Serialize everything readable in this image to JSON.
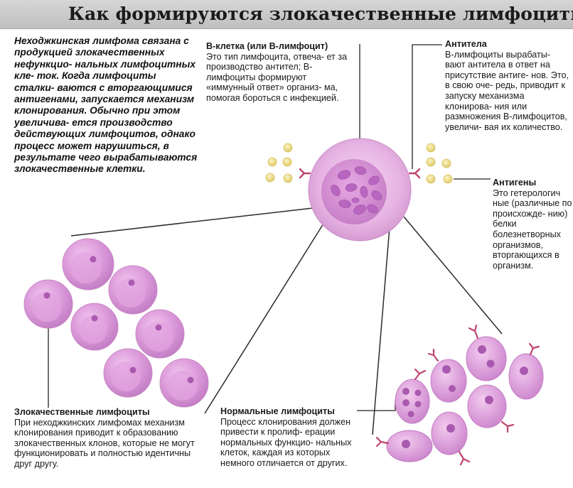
{
  "title": "Как формируются злокачественные лимфоциты",
  "intro": "Неходжкинская лимфома связана с продукцией злокачественных нефункцио- нальных лимфоцитных кле- ток. Когда лимфоциты сталки- ваются с вторгающимися антигенами, запускается механизм клонирования. Обычно при этом увеличива- ется производство действующих лимфоцитов, однако процесс может нарушиться, в результате чего вырабатываются злокачественные клетки.",
  "b_cell": {
    "heading": "В-клетка (или В-лимфоцит)",
    "text": "Это тип лимфоцита, отвеча- ет за производство антител; В-лимфоциты формируют «иммунный ответ» организ- ма, помогая бороться с инфекцией."
  },
  "antibodies": {
    "heading": "Антитела",
    "text": "В-лимфоциты вырабаты- вают антитела в ответ на присутствие антиге- нов. Это, в свою оче- редь, приводит к запуску механизма клонирова- ния или размножения В-лимфоцитов, увеличи- вая их количество."
  },
  "antigens": {
    "heading": "Антигены",
    "text": "Это гетерологич ные (различные по происхожде- нию) белки болезнетворных организмов, вторгающихся в организм."
  },
  "malignant_lymphocytes": {
    "heading": "Злокачественные лимфоциты",
    "text": "При неходжкинских лимфомах механизм клонирования приводит к образованию злокачественных клонов, которые не могут функционировать и полностью идентичны друг другу."
  },
  "normal_lymphocytes": {
    "heading": "Нормальные лимфоциты",
    "text": "Процесс клонирования должен привести к пролиф- ерации нормальных функцио- нальных клеток, каждая из которых немного отличается от других."
  },
  "colors": {
    "cell_outer": "#e7b4e3",
    "cell_body": "#d88fd6",
    "nucleus": "#b866bf",
    "antigen": "#efe08a",
    "antibody": "#c0436f",
    "line": "#222222"
  }
}
